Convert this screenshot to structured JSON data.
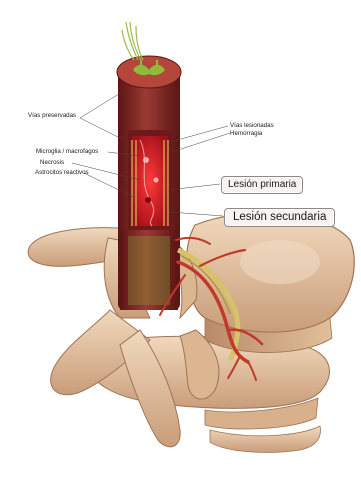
{
  "labels": {
    "vias_preservadas": "Vías preservadas",
    "microglia": "Microglia / macrofagos",
    "necrosis": "Necrosis",
    "astrocitos": "Astrocitos reactivos",
    "vias_lesionadas": "Vías lesionadas",
    "hemorragia": "Hemorragia",
    "lesion_primaria": "Lesión primaria",
    "lesion_secundaria": "Lesión secundaria"
  },
  "colors": {
    "bone": "#e8c8a8",
    "bone_shadow": "#c89e7c",
    "cord_outer": "#8a2a2a",
    "gray_matter": "#7aa33a",
    "lesion": "#d81e2a",
    "vessel": "#c0392b"
  }
}
